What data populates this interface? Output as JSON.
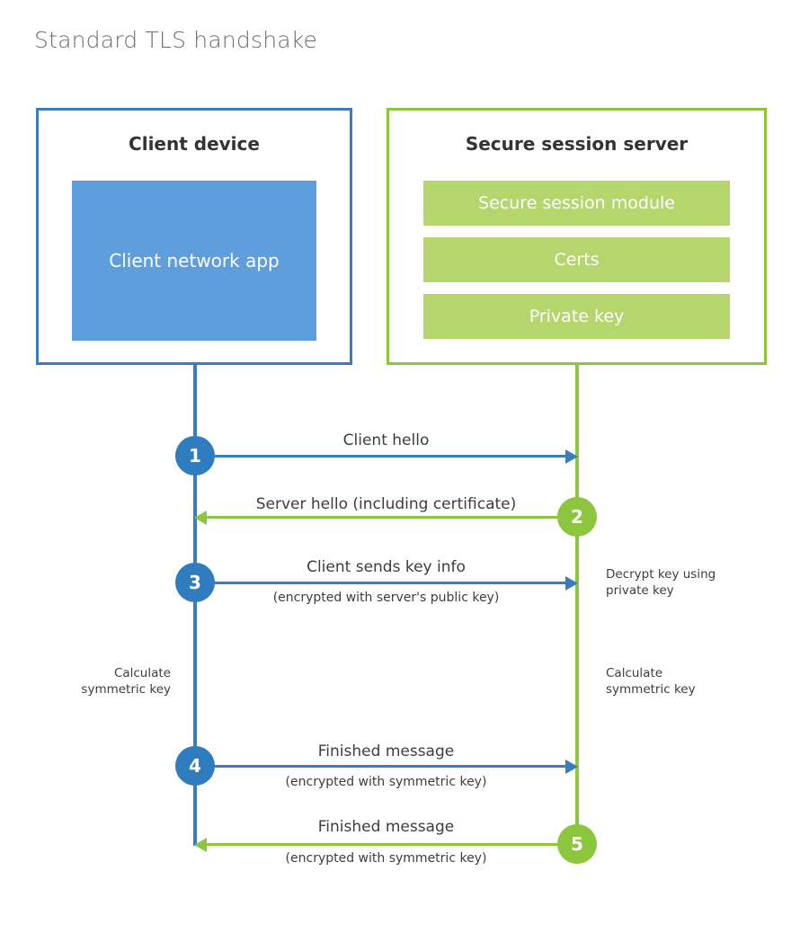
{
  "page": {
    "title": "Standard TLS handshake"
  },
  "colors": {
    "client_accent": "#3b7cbe",
    "client_fill": "#5f9edd",
    "server_accent": "#8cc63e",
    "server_fill": "#b5d56d",
    "title_text": "#6d6d6d",
    "body_text": "#3d3d3d",
    "heading_text": "#333333"
  },
  "client": {
    "title": "Client device",
    "blocks": [
      {
        "label": "Client network app"
      }
    ]
  },
  "server": {
    "title": "Secure session server",
    "blocks": [
      {
        "label": "Secure session module"
      },
      {
        "label": "Certs"
      },
      {
        "label": "Private key"
      }
    ]
  },
  "steps": [
    {
      "number": "1",
      "label": "Client hello",
      "sublabel": "",
      "direction": "client-to-server",
      "color": "blue"
    },
    {
      "number": "2",
      "label": "Server hello (including certificate)",
      "sublabel": "",
      "direction": "server-to-client",
      "color": "green"
    },
    {
      "number": "3",
      "label": "Client sends key info",
      "sublabel": "(encrypted with server's public key)",
      "direction": "client-to-server",
      "color": "blue"
    },
    {
      "number": "4",
      "label": "Finished message",
      "sublabel": "(encrypted with symmetric key)",
      "direction": "client-to-server",
      "color": "blue"
    },
    {
      "number": "5",
      "label": "Finished message",
      "sublabel": "(encrypted with symmetric key)",
      "direction": "server-to-client",
      "color": "green"
    }
  ],
  "annotations": {
    "decrypt_key": "Decrypt key using\nprivate key",
    "calculate_symmetric_key_client": "Calculate\nsymmetric key",
    "calculate_symmetric_key_server": "Calculate\nsymmetric key"
  }
}
